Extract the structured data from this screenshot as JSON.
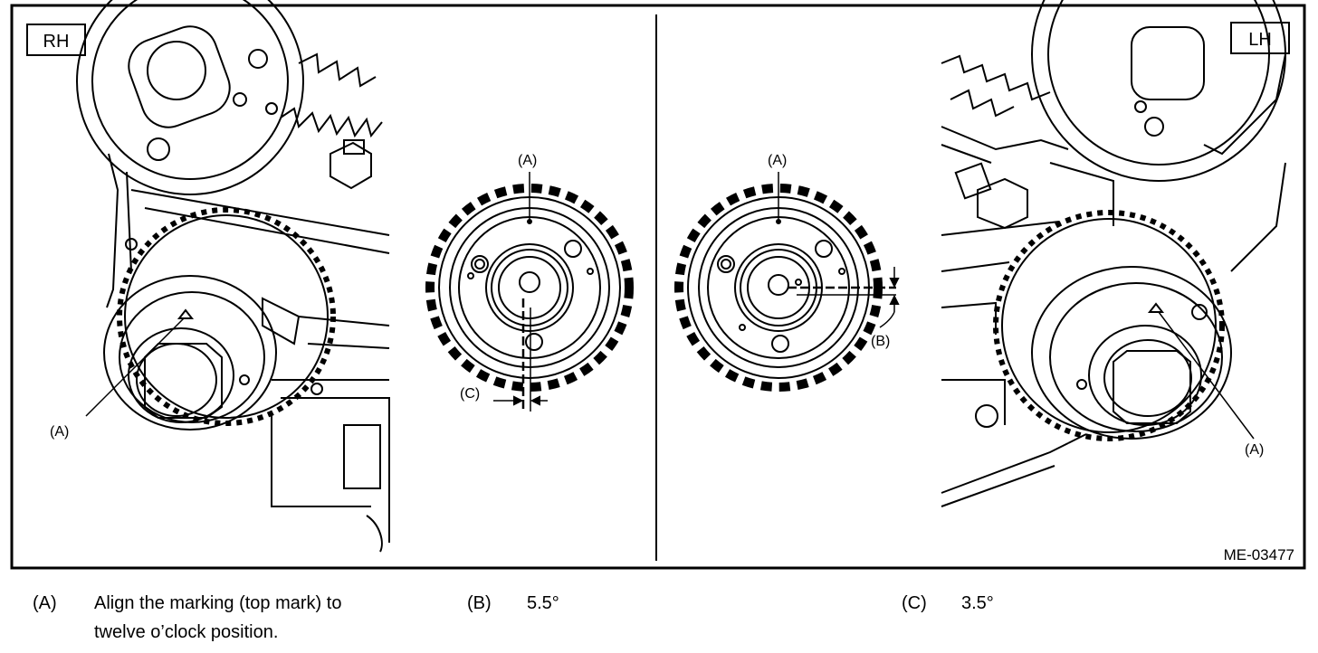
{
  "figure": {
    "panel_left_label": "RH",
    "panel_right_label": "LH",
    "figure_code": "ME-03477",
    "callout_a": "(A)",
    "callout_b": "(B)",
    "callout_c": "(C)"
  },
  "legend": [
    {
      "key": "(A)",
      "text_line1": "Align the marking (top mark) to",
      "text_line2": "twelve o’clock position."
    },
    {
      "key": "(B)",
      "text_line1": "5.5°"
    },
    {
      "key": "(C)",
      "text_line1": "3.5°"
    }
  ]
}
